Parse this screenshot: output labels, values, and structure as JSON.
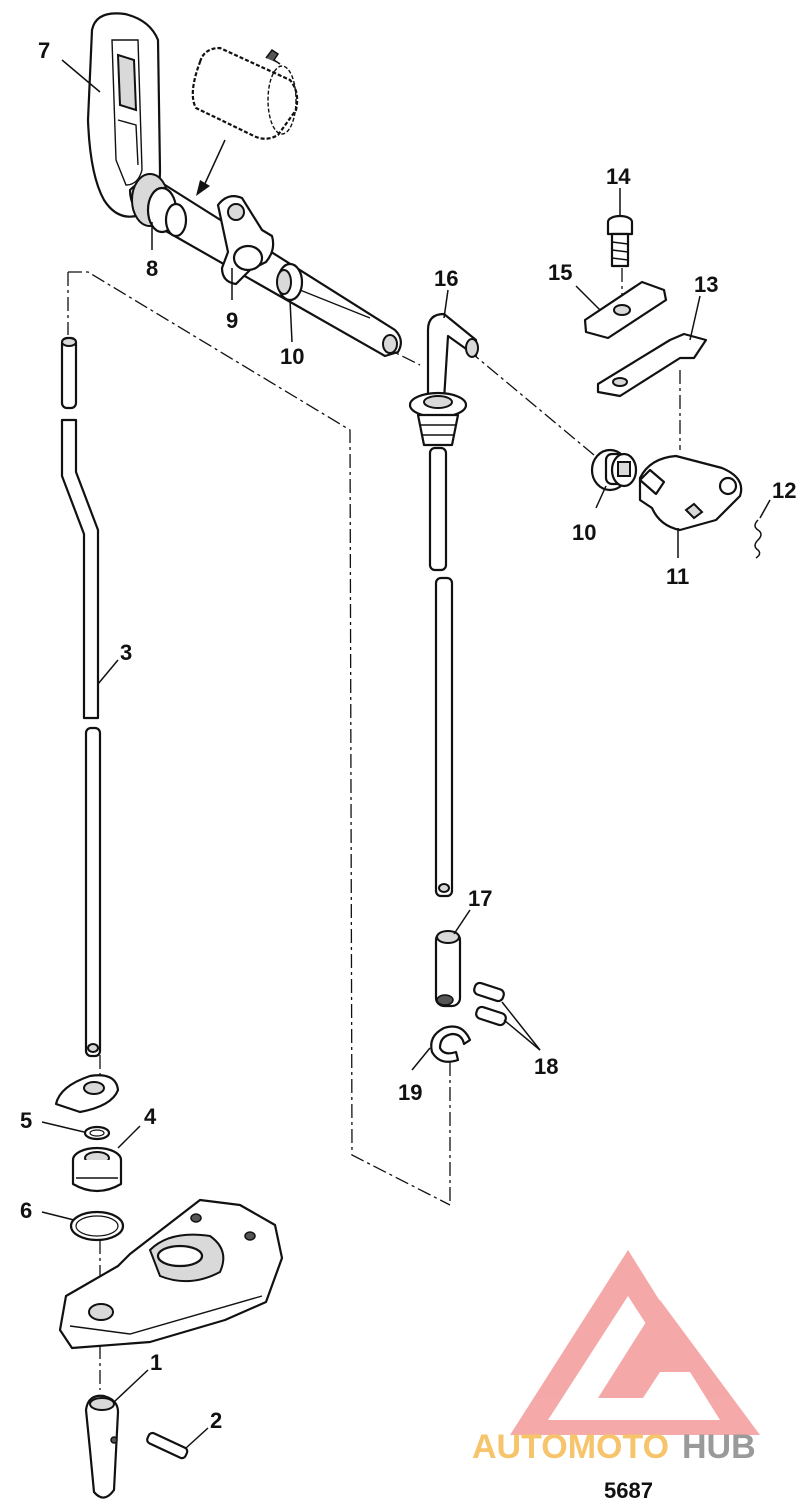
{
  "figure_number": "5687",
  "callouts": [
    {
      "id": "c1",
      "label": "1"
    },
    {
      "id": "c2",
      "label": "2"
    },
    {
      "id": "c3",
      "label": "3"
    },
    {
      "id": "c4",
      "label": "4"
    },
    {
      "id": "c5",
      "label": "5"
    },
    {
      "id": "c6",
      "label": "6"
    },
    {
      "id": "c7",
      "label": "7"
    },
    {
      "id": "c8",
      "label": "8"
    },
    {
      "id": "c9",
      "label": "9"
    },
    {
      "id": "c10a",
      "label": "10"
    },
    {
      "id": "c10b",
      "label": "10"
    },
    {
      "id": "c11",
      "label": "11"
    },
    {
      "id": "c12",
      "label": "12"
    },
    {
      "id": "c13",
      "label": "13"
    },
    {
      "id": "c14",
      "label": "14"
    },
    {
      "id": "c15",
      "label": "15"
    },
    {
      "id": "c16",
      "label": "16"
    },
    {
      "id": "c17",
      "label": "17"
    },
    {
      "id": "c18",
      "label": "18"
    },
    {
      "id": "c19",
      "label": "19"
    }
  ],
  "watermark": {
    "text_part1": "AUTOMOTO",
    "text_part2": "HUB",
    "color_logo": "#f39a9a",
    "color_text1": "#f6c46b",
    "color_text2": "#9a9a9a"
  }
}
